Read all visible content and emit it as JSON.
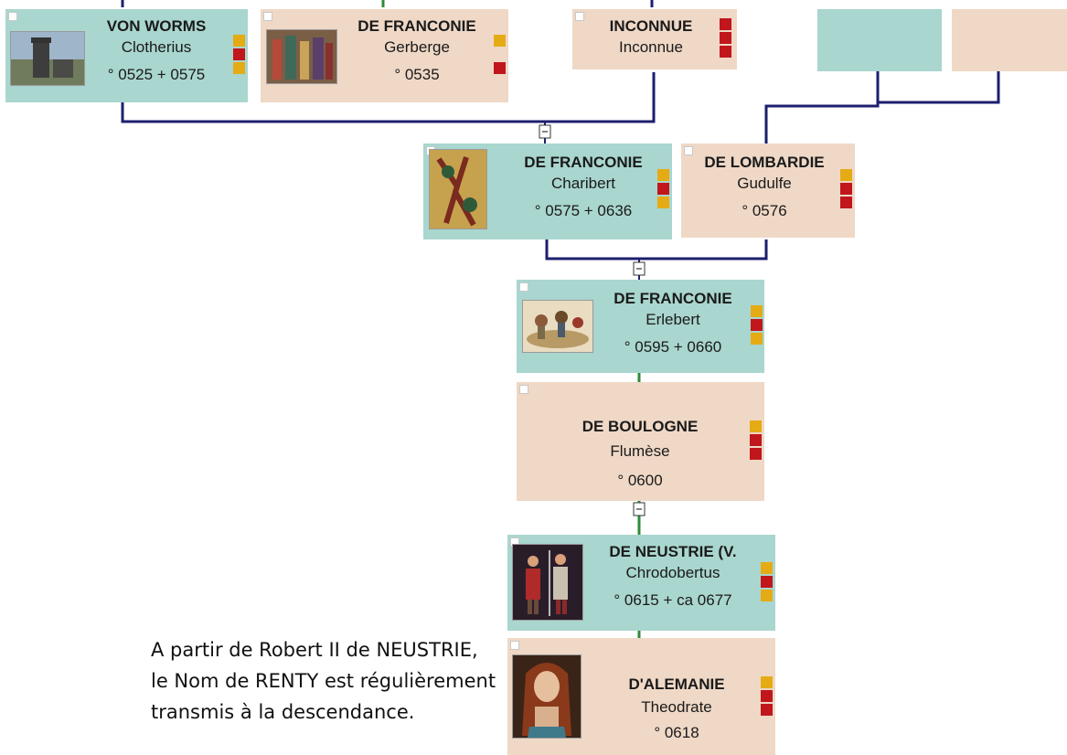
{
  "people": {
    "clotherius": {
      "surname": "VON WORMS",
      "given": "Clotherius",
      "dates": "° 0525   + 0575",
      "photo": "tower-photo",
      "flags": [
        "yellow",
        "red",
        "yellow"
      ]
    },
    "gerberge": {
      "surname": "DE FRANCONIE",
      "given": "Gerberge",
      "dates": "° 0535",
      "photo": "procession-photo",
      "flags": [
        "yellow",
        "red"
      ]
    },
    "inconnue": {
      "surname": "INCONNUE",
      "given": "Inconnue",
      "dates": "",
      "photo": "",
      "flags": [
        "red",
        "red",
        "red"
      ]
    },
    "charibert": {
      "surname": "DE FRANCONIE",
      "given": "Charibert",
      "dates": "° 0575   + 0636",
      "photo": "tapestry-photo",
      "flags": [
        "yellow",
        "red",
        "yellow"
      ]
    },
    "gudulfe": {
      "surname": "DE LOMBARDIE",
      "given": "Gudulfe",
      "dates": "° 0576",
      "photo": "",
      "flags": [
        "yellow",
        "red",
        "red"
      ]
    },
    "erlebert": {
      "surname": "DE FRANCONIE",
      "given": "Erlebert",
      "dates": "° 0595   + 0660",
      "photo": "battle-photo",
      "flags": [
        "yellow",
        "red",
        "yellow"
      ]
    },
    "flumese": {
      "surname": "DE BOULOGNE",
      "given": "Flumèse",
      "dates": "° 0600",
      "photo": "",
      "flags": [
        "yellow",
        "red",
        "red"
      ]
    },
    "chrodobertus": {
      "surname": "DE NEUSTRIE (V.",
      "given": "Chrodobertus",
      "dates": "° 0615   + ca 0677",
      "photo": "warriors-photo",
      "flags": [
        "yellow",
        "red",
        "yellow"
      ]
    },
    "theodrate": {
      "surname": "D'ALEMANIE",
      "given": "Theodrate",
      "dates": "° 0618",
      "photo": "portrait-photo",
      "flags": [
        "yellow",
        "red",
        "red"
      ]
    }
  },
  "colors": {
    "male": "#a9d6cf",
    "female": "#efd8c6",
    "line": "#1c1f6e",
    "descent": "#2e8b3a",
    "flag_yellow": "#e5ab14",
    "flag_red": "#c0161c"
  },
  "note": {
    "line1": "A partir de Robert II de NEUSTRIE,",
    "line2": "le Nom de RENTY est régulièrement",
    "line3": "transmis à la descendance."
  }
}
